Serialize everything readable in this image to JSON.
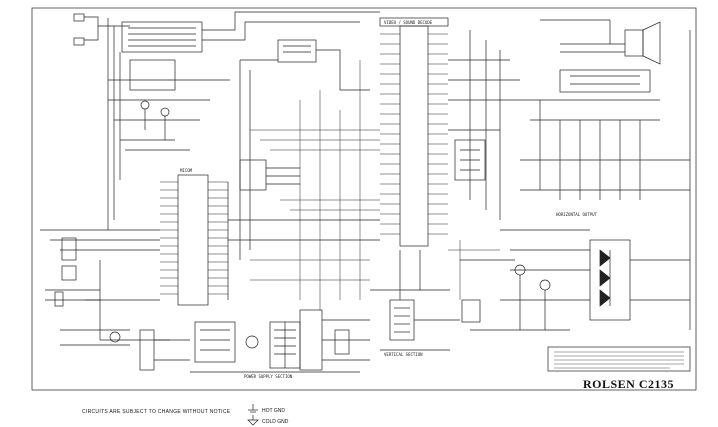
{
  "diagram": {
    "model_title": "ROLSEN C2135",
    "notice": "CIRCUITS ARE SUBJECT TO CHANGE WITHOUT NOTICE",
    "ground_legend": {
      "hot": "HOT GND",
      "cold": "COLD GND"
    },
    "section_labels": {
      "video_sound": "VIDEO / SOUND DECODE",
      "micom": "MICOM",
      "power": "POWER SUPPLY SECTION",
      "vertical": "VERTICAL SECTION",
      "horizontal": "HORIZONTAL OUTPUT"
    }
  }
}
